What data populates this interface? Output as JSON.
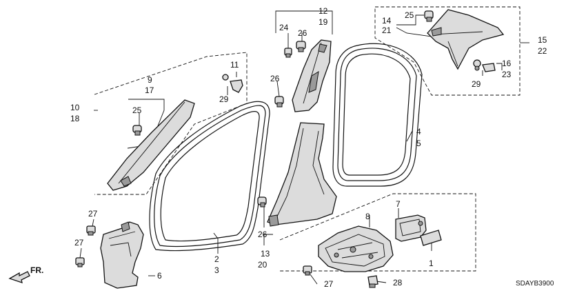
{
  "diagram": {
    "callouts": {
      "c12": "12",
      "c19": "19",
      "c24": "24",
      "c26a": "26",
      "c26b": "26",
      "c26c": "26",
      "c25a": "25",
      "c25b": "25",
      "c14": "14",
      "c21": "21",
      "c15": "15",
      "c22": "22",
      "c16": "16",
      "c23": "23",
      "c29a": "29",
      "c29b": "29",
      "c11": "11",
      "c9": "9",
      "c17": "17",
      "c10": "10",
      "c18": "18",
      "c4": "4",
      "c5": "5",
      "c2": "2",
      "c3": "3",
      "c27a": "27",
      "c27b": "27",
      "c27c": "27",
      "c6": "6",
      "c13": "13",
      "c20": "20",
      "c8": "8",
      "c7": "7",
      "c1": "1",
      "c28": "28"
    },
    "direction_label": "FR.",
    "diagram_code": "SDAYB3900"
  }
}
